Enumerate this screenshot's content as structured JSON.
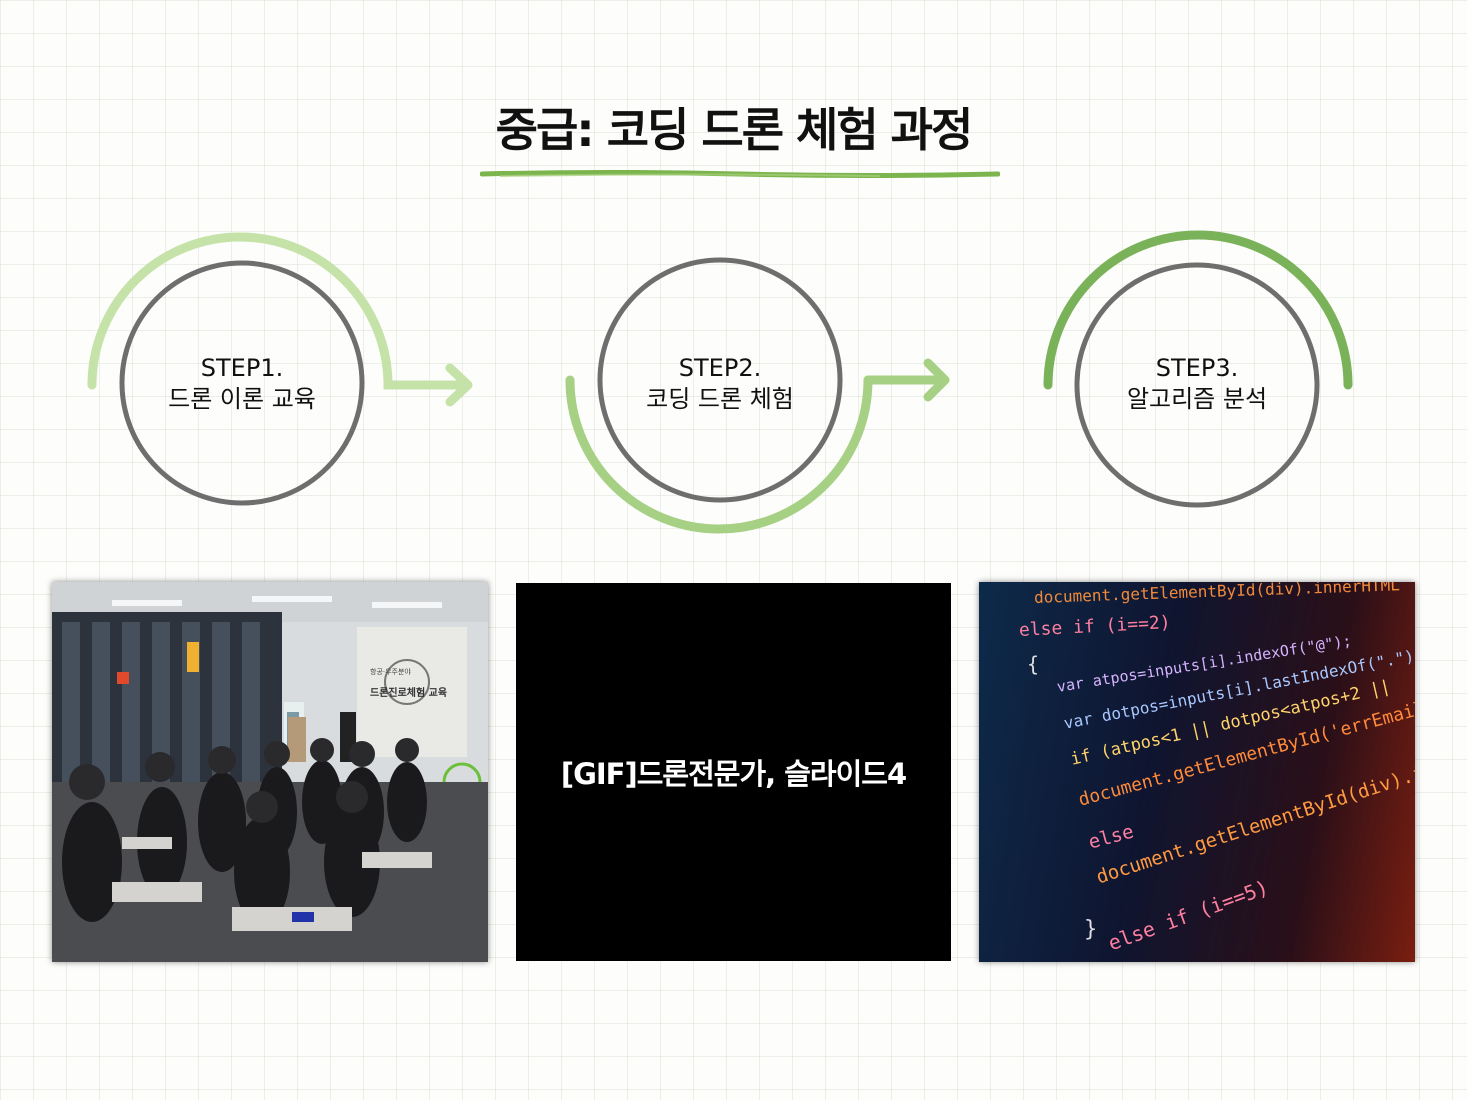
{
  "title": "중급: 코딩 드론 체험 과정",
  "steps": [
    {
      "label": "STEP1.",
      "desc": "드론 이론 교육"
    },
    {
      "label": "STEP2.",
      "desc": "코딩 드론 체험"
    },
    {
      "label": "STEP3.",
      "desc": "알고리즘 분석"
    }
  ],
  "media": {
    "gif_placeholder": "[GIF]드론전문가, 슬라이드4",
    "classroom_screen_text": [
      "항공·우주분야",
      "드론진로체험 교육"
    ]
  },
  "code_lines": [
    "document.getElementById(div).innerHTML",
    "else if (i==2)",
    "{",
    "var atpos=inputs[i].indexOf(\"@\");",
    "var dotpos=inputs[i].lastIndexOf(\".\");",
    "if (atpos<1 || dotpos<atpos+2 ||",
    "document.getElementById('errEmail').",
    "else",
    "document.getElementById(div).innerHTML",
    "}",
    "else if (i==5)"
  ],
  "colors": {
    "light_green": "#bfdda0",
    "mid_green": "#98c870",
    "dark_green": "#7ab25a",
    "circle_gray": "#6e6e6e"
  }
}
